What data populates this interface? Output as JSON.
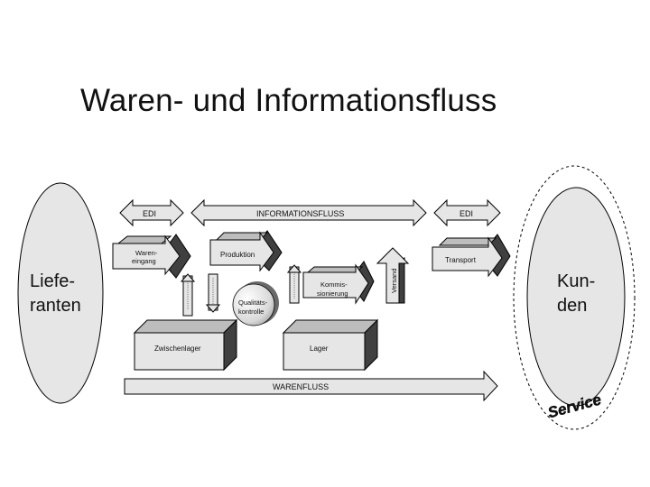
{
  "title": "Waren- und Informationsfluss",
  "suppliers": {
    "line1": "Liefe-",
    "line2": "ranten"
  },
  "customers": {
    "line1": "Kun-",
    "line2": "den"
  },
  "service": "Service",
  "info": {
    "edi_left": "EDI",
    "informationsfluss": "INFORMATIONSFLUSS",
    "edi_right": "EDI"
  },
  "process": {
    "wareneingang_1": "Waren-",
    "wareneingang_2": "eingang",
    "produktion": "Produktion",
    "transport": "Transport",
    "kommissionierung_1": "Kommis-",
    "kommissionierung_2": "sionierung",
    "versand": "Versand",
    "qualitaet_1": "Qualitäts-",
    "qualitaet_2": "kontrolle",
    "zwischenlager": "Zwischenlager",
    "lager": "Lager",
    "warenfluss": "WARENFLUSS"
  },
  "colors": {
    "box": "#e6e6e6",
    "shadow": "#404040",
    "outline": "#000000"
  }
}
